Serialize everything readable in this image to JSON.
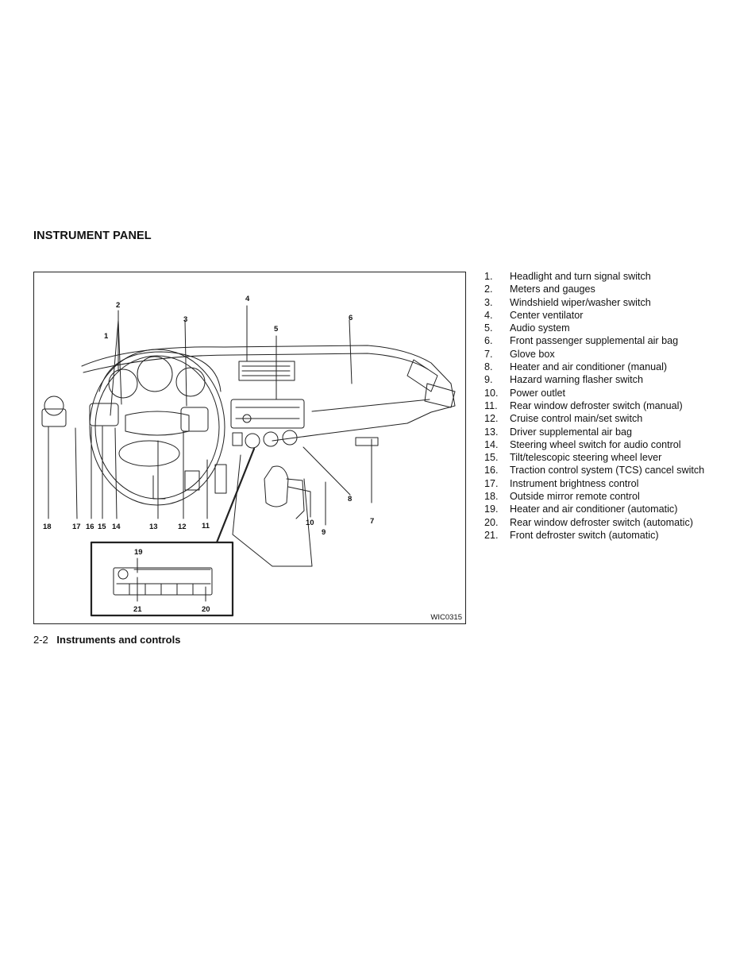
{
  "page": {
    "section_title": "INSTRUMENT PANEL",
    "figure_id": "WIC0315",
    "footer_page": "2-2",
    "footer_section": "Instruments and controls"
  },
  "callouts": {
    "c1": "1",
    "c2": "2",
    "c3": "3",
    "c4": "4",
    "c5": "5",
    "c6": "6",
    "c7": "7",
    "c8": "8",
    "c9": "9",
    "c10": "10",
    "c11": "11",
    "c12": "12",
    "c13": "13",
    "c14": "14",
    "c15": "15",
    "c16": "16",
    "c17": "17",
    "c18": "18",
    "c19": "19",
    "c20": "20",
    "c21": "21"
  },
  "legend": [
    {
      "num": "1.",
      "text": "Headlight and turn signal switch"
    },
    {
      "num": "2.",
      "text": "Meters and gauges"
    },
    {
      "num": "3.",
      "text": "Windshield wiper/washer switch"
    },
    {
      "num": "4.",
      "text": "Center ventilator"
    },
    {
      "num": "5.",
      "text": "Audio system"
    },
    {
      "num": "6.",
      "text": "Front passenger supplemental air bag"
    },
    {
      "num": "7.",
      "text": "Glove box"
    },
    {
      "num": "8.",
      "text": "Heater and air conditioner (manual)"
    },
    {
      "num": "9.",
      "text": "Hazard warning flasher switch"
    },
    {
      "num": "10.",
      "text": "Power outlet"
    },
    {
      "num": "11.",
      "text": "Rear window defroster switch (manual)"
    },
    {
      "num": "12.",
      "text": "Cruise control main/set switch"
    },
    {
      "num": "13.",
      "text": "Driver supplemental air bag"
    },
    {
      "num": "14.",
      "text": "Steering wheel switch for audio control"
    },
    {
      "num": "15.",
      "text": "Tilt/telescopic steering wheel lever"
    },
    {
      "num": "16.",
      "text": "Traction control system (TCS) cancel switch"
    },
    {
      "num": "17.",
      "text": "Instrument brightness control"
    },
    {
      "num": "18.",
      "text": "Outside mirror remote control"
    },
    {
      "num": "19.",
      "text": "Heater and air conditioner (automatic)"
    },
    {
      "num": "20.",
      "text": "Rear window defroster switch (automatic)"
    },
    {
      "num": "21.",
      "text": "Front defroster switch (automatic)"
    }
  ]
}
